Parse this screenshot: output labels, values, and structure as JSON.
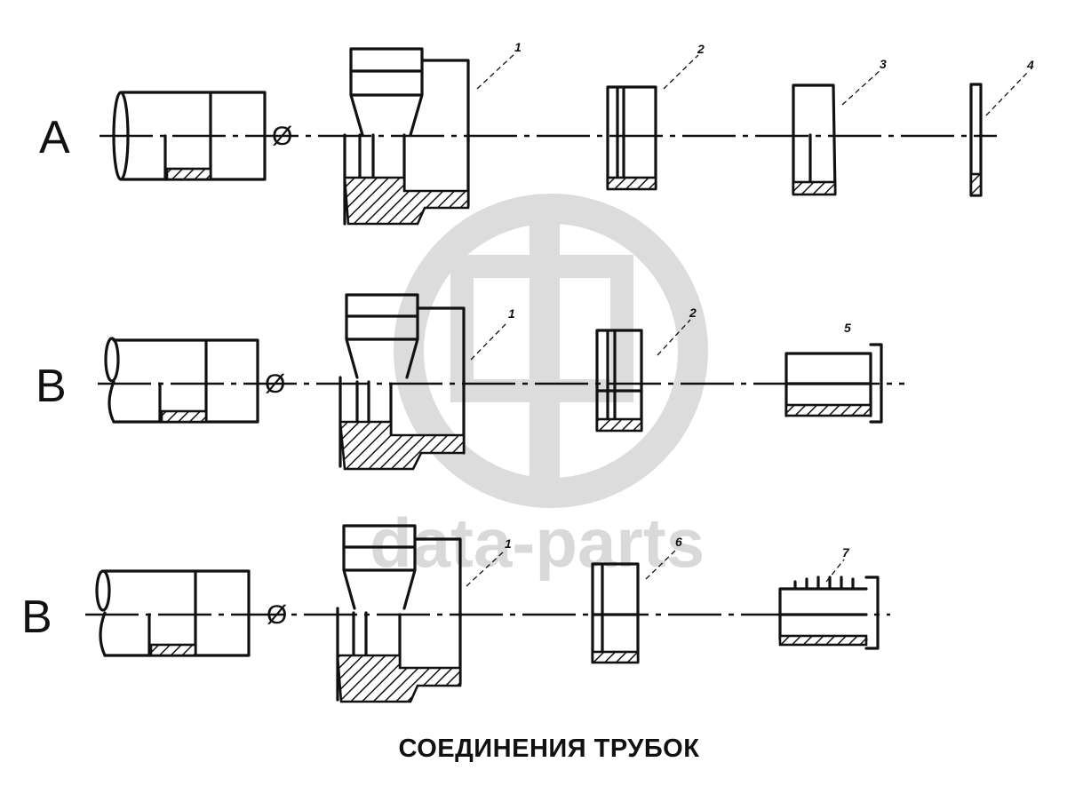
{
  "watermark": {
    "text": "data-parts",
    "color": "#d9d9d9"
  },
  "rows": [
    {
      "label": "A",
      "diameter_symbol": "Ø",
      "callouts": [
        "1",
        "2",
        "3",
        "4"
      ]
    },
    {
      "label": "B",
      "diameter_symbol": "Ø",
      "callouts": [
        "1",
        "2",
        "5"
      ]
    },
    {
      "label": "B",
      "diameter_symbol": "Ø",
      "callouts": [
        "1",
        "6",
        "7"
      ]
    }
  ],
  "caption": "СОЕДИНЕНИЯ ТРУБОК"
}
